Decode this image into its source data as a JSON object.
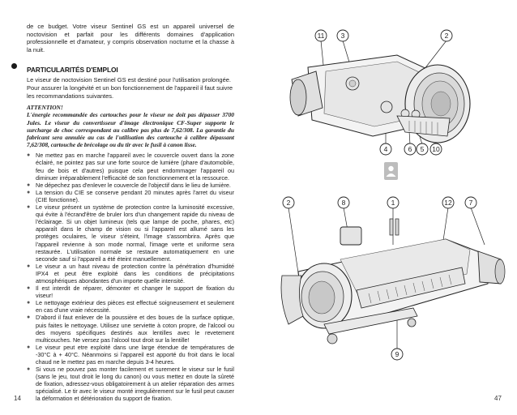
{
  "page": {
    "left_number": "14",
    "right_number": "47"
  },
  "intro_text": "de ce budget. Votre viseur Sentinel GS est un appareil universel de noctovision et parfait pour les différents domaines d'application professionnelle et d'amateur, y compris observation nocturne et la chasse à la nuit.",
  "section": {
    "title": "PARTICULARITÉS D'EMPLOI",
    "paragraph": "Le viseur de noctovision Sentinel GS est destiné pour l'utilisation prolongée. Pour assurer la longévité et un bon fonctionnement de l'appareil il faut suivre les recommandations suivantes."
  },
  "warning": {
    "title": "ATTENTION!",
    "text": "L'énergie recommandée des cartouches pour le viseur ne doit pas dépasser 3700 Jules. Le viseur du convertisseur d'image électronique CF-Super supporte le surcharge de choc correspondant au calibre pas plus de 7,62/308. La garantie du fabricant sera annulée au cas de l'utilisation des cartouche à calibre dépassant 7,62/308, cartouche de brécolage ou du tir avec le fusil à canon lisse."
  },
  "recommendations": [
    "Ne mettez pas en marche l'appareil avec le couvercle ouvert dans la zone éclairé, ne pointez pas sur une forte source de lumière (phare d'automobile, feu de bois et d'autres) puisque cela peut endommager l'appareil ou diminuer irréparablement l'efficacité de son fonctionnement et la ressource.",
    "Ne dépechez pas d'enlever le couvercle de l'objectif dans le lieu de lumière.",
    "La tension du CIE se conserve pendant 20 minutes après l'arret du viseur (CIE fonctionne).",
    "Le viseur présent un système de protection contre la luminosité excessive, qui évite à l'écrand'être de bruler lors d'un changement rapide du niveau de l'éclairage. Si un objet lumineux (tels que lampe de poche, phares, etc) apparaît dans le champ de vision ou si l'appareil est allumé sans les protèges oculaires, le viseur s'éteint, l'image s'assombrira. Après que l'appareil revienne à son mode normal, l'image verte et uniforme sera restaurée. L'utilisation normale se restaure automatiquement en une seconde sauf si l'appareil a été éteint manuellement.",
    "Le viseur a un haut niveau de protection contre la pénétration d'humidité IPX4 et peut être exploité dans les conditions de précipitations atmosphériques abondantes d'un importe quelle intensité.",
    "Il est interdit de réparer, démonter et changer le support de fixation du viseur!",
    "Le nettoyage extérieur des pièces est effectué soigneusement et seulement en cas d'une vraie nécessité.",
    "D'abord il faut enlever de la poussière et des boues de la surface optique, puis faites le nettoyage. Utilisez une serviette à coton propre, de l'alcool ou des moyens spécifiques destinés aux lentilles avec le revetement multicouches. Ne versez pas l'alcool tout droit sur la lentille!",
    "Le viseur peut etre exploité dans une large étendue de températures de -30°C à + 40°C. Néanmoins si l'appareil est apporté du froit dans le local chaud ne le mettez pas en marche depuis 3-4 heures.",
    "Si vous ne pouvez pas monter facilement et surement le viseur sur le fusil (sans le jeu, tout droit le long du canon) ou vous mettez en doute la sûreté de fixation, adressez-vous obligatoirement à un atelier réparation des armes spécialisé. Le tir avec le viseur monté irregulièrement sur le fusil peut causer la déformation et détérioration du support de fixation."
  ],
  "figure_top_callouts": [
    "11",
    "3",
    "2",
    "4",
    "6",
    "5",
    "10"
  ],
  "figure_bottom_callouts": [
    "2",
    "8",
    "1",
    "12",
    "7",
    "9"
  ],
  "colors": {
    "text": "#1a1a1a",
    "badge": "#bdbdbd"
  }
}
